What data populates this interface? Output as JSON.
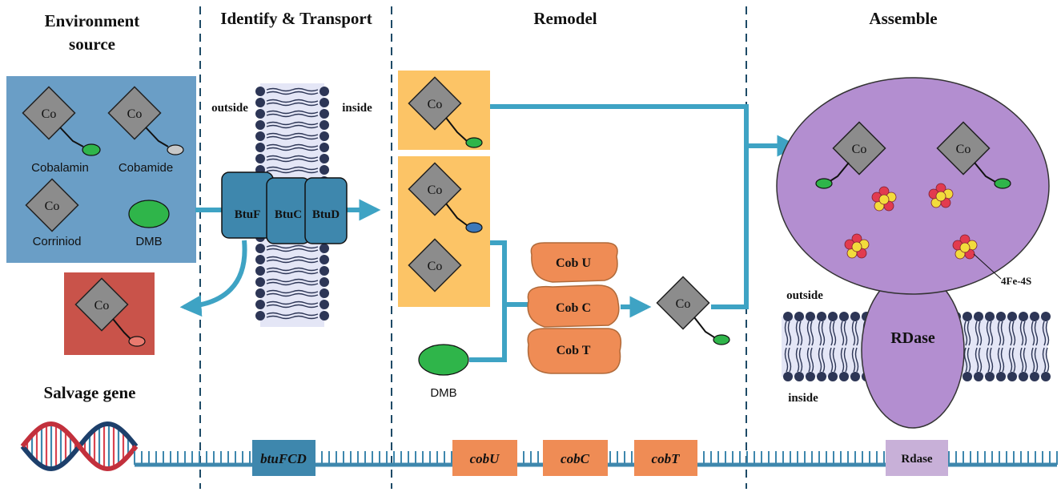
{
  "stages": {
    "environment": "Environment",
    "environment_2": "source",
    "identify": "Identify & Transport",
    "remodel": "Remodel",
    "assemble": "Assemble"
  },
  "environment": {
    "cobalamin": "Cobalamin",
    "cobamide": "Cobamide",
    "corriniod": "Corriniod",
    "dmb": "DMB",
    "co": "Co"
  },
  "membrane": {
    "outside": "outside",
    "inside": "inside",
    "btuF": "BtuF",
    "btuC": "BtuC",
    "btuD": "BtuD"
  },
  "remodel": {
    "cobU": "Cob U",
    "cobC": "Cob C",
    "cobT": "Cob T",
    "dmb": "DMB"
  },
  "assemble": {
    "cluster": "4Fe-4S",
    "outside": "outside",
    "inside": "inside",
    "rdase": "RDase"
  },
  "genes": {
    "title": "Salvage gene",
    "btuFCD": "btuFCD",
    "cobU": "cobU",
    "cobC": "cobC",
    "cobT": "cobT",
    "rdase": "Rdase"
  },
  "colors": {
    "env_box": "#6a9ec6",
    "export_box": "#c9534a",
    "remodel_box": "#fcc466",
    "enzyme": "#ef8c55",
    "rdase": "#b38ed0",
    "arrow": "#3ea3c4",
    "lipid_head": "#2d3656",
    "ligand_green": "#2fb54a"
  }
}
